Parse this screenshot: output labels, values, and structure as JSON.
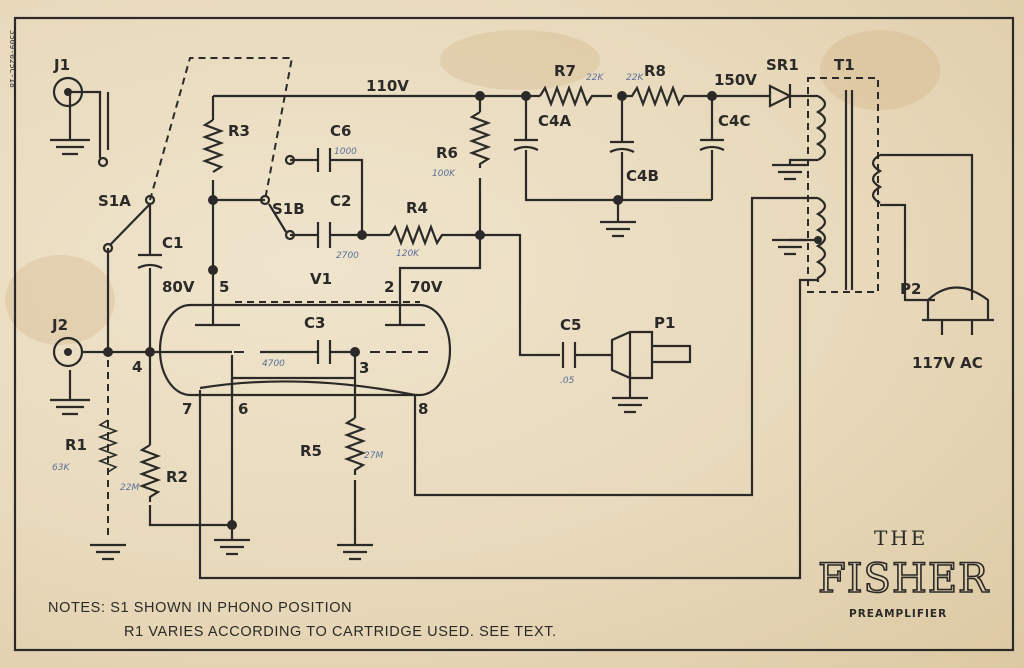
{
  "labels": {
    "j1": "J1",
    "j2": "J2",
    "s1a": "S1A",
    "s1b": "S1B",
    "r1": "R1",
    "r2": "R2",
    "r3": "R3",
    "r4": "R4",
    "r5": "R5",
    "r6": "R6",
    "r7": "R7",
    "r8": "R8",
    "c1": "C1",
    "c2": "C2",
    "c3": "C3",
    "c4a": "C4A",
    "c4b": "C4B",
    "c4c": "C4C",
    "c5": "C5",
    "c6": "C6",
    "v1": "V1",
    "p1": "P1",
    "p2": "P2",
    "sr1": "SR1",
    "t1": "T1",
    "v110": "110V",
    "v150": "150V",
    "v80": "80V",
    "v70": "70V",
    "pin2": "2",
    "pin3": "3",
    "pin4": "4",
    "pin5": "5",
    "pin6": "6",
    "pin7": "7",
    "pin8": "8",
    "ac": "117V AC"
  },
  "handwritten": {
    "r1": "63K",
    "r2": "22M",
    "r4": "120K",
    "r5": "27M",
    "r6": "100K",
    "r7": "22K",
    "r8": "22K",
    "c2": "2700",
    "c3": "4700",
    "c5": ".05",
    "c6": "1000"
  },
  "code": "3509-025C-18",
  "notes": {
    "line1": "NOTES: S1 SHOWN IN PHONO POSITION",
    "line2": "R1 VARIES ACCORDING TO CARTRIDGE USED. SEE TEXT."
  },
  "brand": {
    "the": "THE",
    "name": "FISHER",
    "product": "PREAMPLIFIER"
  },
  "colors": {
    "paper": "#e9dcc0",
    "ink": "#2b2a28",
    "pencil": "#5a6f9c"
  }
}
